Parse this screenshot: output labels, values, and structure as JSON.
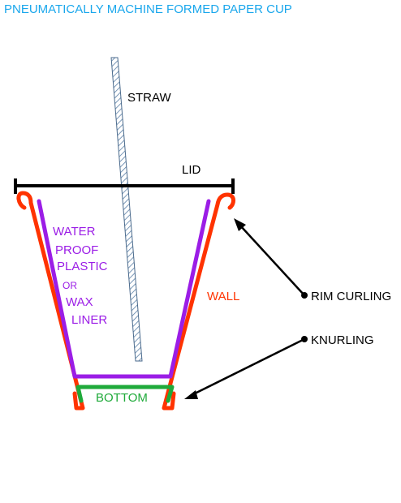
{
  "title": "PNEUMATICALLY MACHINE FORMED PAPER CUP",
  "labels": {
    "straw": "STRAW",
    "lid": "LID",
    "liner": [
      "WATER",
      "PROOF",
      "PLASTIC",
      "OR",
      "WAX",
      "LINER"
    ],
    "wall": "WALL",
    "bottom": "BOTTOM",
    "rim_curling": "RIM CURLING",
    "knurling": "KNURLING"
  },
  "colors": {
    "title": "#1aa7ec",
    "wall": "#ff3300",
    "liner": "#9b1de6",
    "bottom": "#1faa3a",
    "lid": "#000000",
    "straw_hatch": "#5a7fa6",
    "annotation": "#000000"
  }
}
